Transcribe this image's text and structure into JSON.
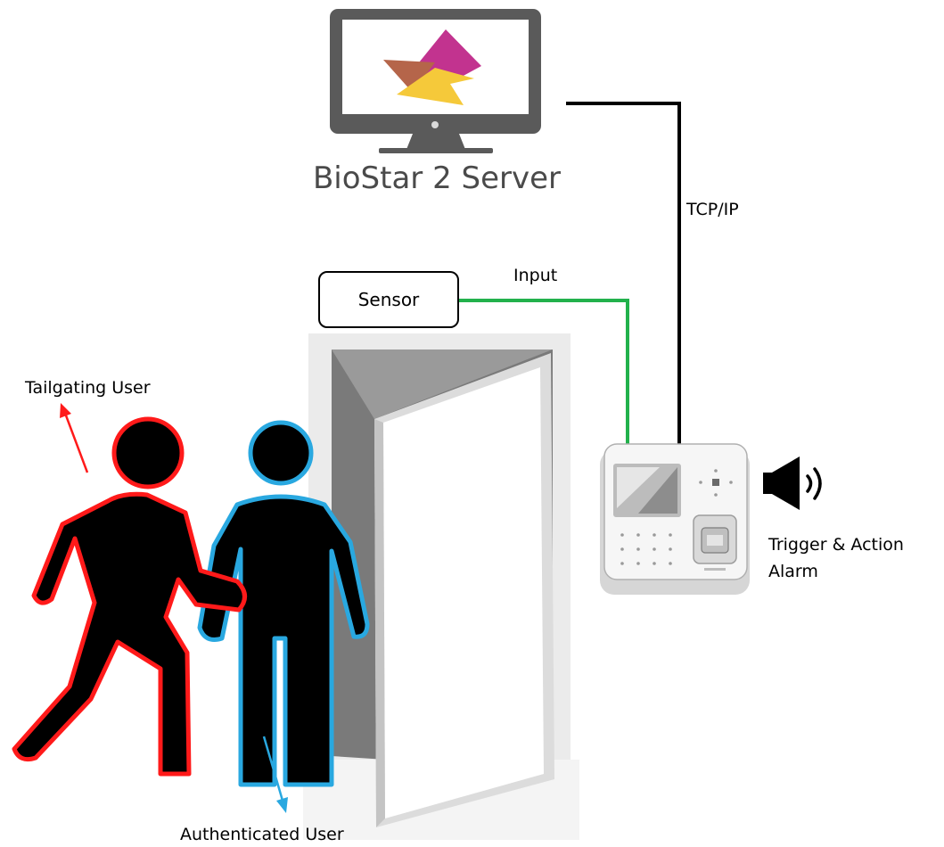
{
  "server": {
    "label": "BioStar 2 Server"
  },
  "connections": {
    "network_label": "TCP/IP",
    "input_label": "Input"
  },
  "sensor": {
    "label": "Sensor"
  },
  "users": {
    "tailgating_label": "Tailgating User",
    "authenticated_label": "Authenticated User"
  },
  "alarm": {
    "line1": "Trigger & Action",
    "line2": "Alarm"
  },
  "colors": {
    "tcp_line": "#000000",
    "input_line": "#22b14c",
    "tailgating_outline": "#ff1a1a",
    "authenticated_outline": "#29a8e0",
    "logo_magenta": "#c2338f",
    "logo_yellow": "#f5c93a",
    "logo_brown": "#b5654a",
    "logo_teal": "#3aa99f"
  }
}
